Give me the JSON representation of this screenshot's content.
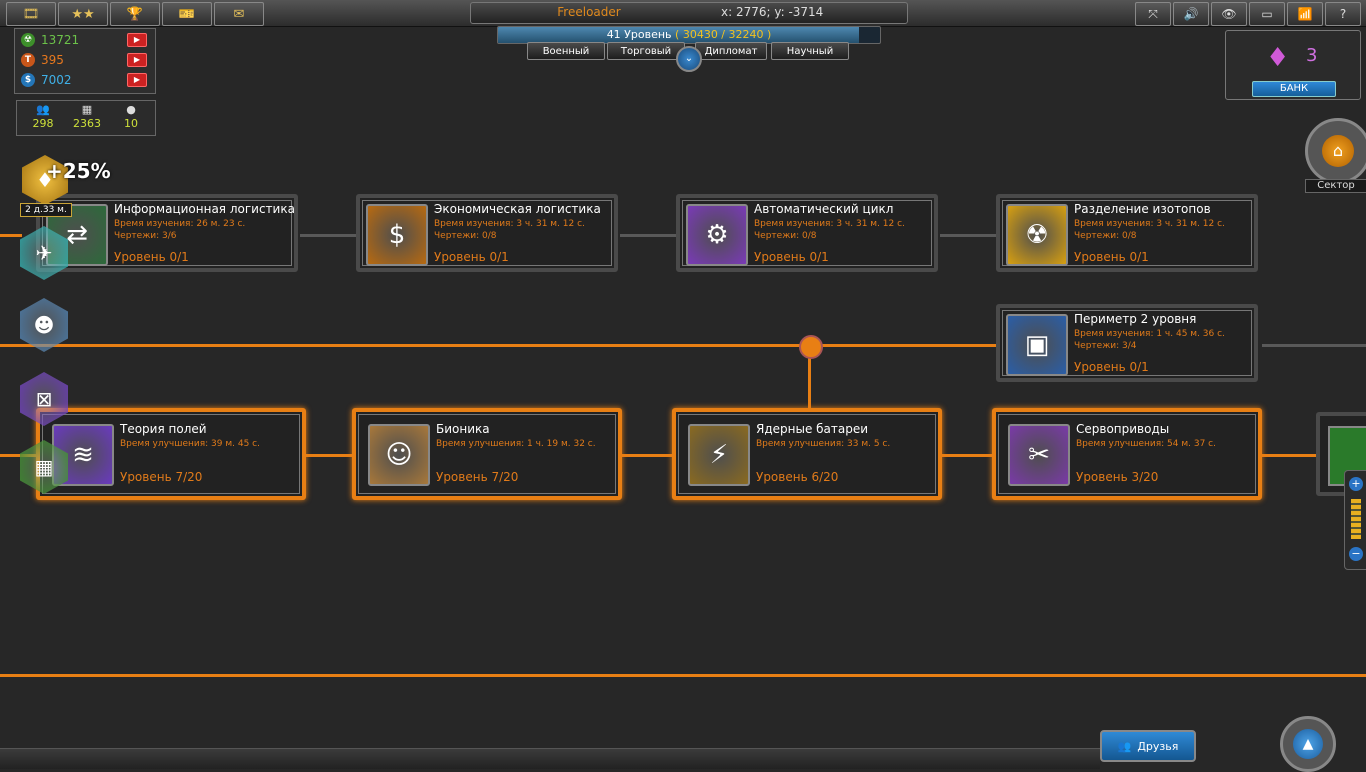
{
  "toolbar": {
    "left_buttons": [
      {
        "name": "film-icon",
        "glyph": "🎞"
      },
      {
        "name": "stars-icon",
        "glyph": "★★"
      },
      {
        "name": "trophy-icon",
        "glyph": "🏆"
      },
      {
        "name": "ticket-icon",
        "glyph": "🎫"
      },
      {
        "name": "mail-icon",
        "glyph": "✉"
      }
    ],
    "right_buttons": [
      {
        "name": "fullscreen-icon",
        "glyph": "⤧"
      },
      {
        "name": "sound-icon",
        "glyph": "🔊"
      },
      {
        "name": "eye-icon",
        "glyph": "👁"
      },
      {
        "name": "flag-ru-icon",
        "glyph": "▭"
      },
      {
        "name": "signal-icon",
        "glyph": "📶"
      },
      {
        "name": "help-icon",
        "glyph": "?"
      }
    ]
  },
  "player": {
    "name": "Freeloader",
    "coords": "x: 2776; y: -3714"
  },
  "level": {
    "label": "41 Уровень",
    "xp": "( 30430 / 32240 )",
    "progress": 0.944
  },
  "tabs": [
    "Военный",
    "Торговый",
    "Дипломат",
    "Научный"
  ],
  "resources": [
    {
      "name": "uranium",
      "glyph": "☢",
      "value": "13721",
      "color": "#6cc24a",
      "icon_bg": "#3d8f2a"
    },
    {
      "name": "titanium",
      "glyph": "T",
      "value": "395",
      "color": "#e8781e",
      "icon_bg": "#c8561a"
    },
    {
      "name": "credits",
      "glyph": "$",
      "value": "7002",
      "color": "#3fb1e8",
      "icon_bg": "#2476b8"
    }
  ],
  "stats": [
    {
      "name": "population-icon",
      "glyph": "👥",
      "value": "298"
    },
    {
      "name": "cargo-icon",
      "glyph": "▦",
      "value": "2363"
    },
    {
      "name": "planet-icon",
      "glyph": "●",
      "value": "10"
    }
  ],
  "bank": {
    "crystals": "3",
    "button": "БАНК"
  },
  "sector_label": "Сектор",
  "boost": {
    "percent": "+25%",
    "time": "2 д.33 м."
  },
  "cards": [
    {
      "title": "Информационная логистика",
      "line1": "Время изучения: 26 м. 23 с.",
      "line2": "Чертежи: 3/6",
      "level": "Уровень 0/1",
      "icon": "info-logistics-icon",
      "glyph": "⇄",
      "bg": "#2c6a3a",
      "active": false
    },
    {
      "title": "Экономическая логистика",
      "line1": "Время изучения: 3 ч. 31 м. 12 с.",
      "line2": "Чертежи: 0/8",
      "level": "Уровень 0/1",
      "icon": "economy-icon",
      "glyph": "$",
      "bg": "#b86a10",
      "active": false
    },
    {
      "title": "Автоматический цикл",
      "line1": "Время изучения: 3 ч. 31 м. 12 с.",
      "line2": "Чертежи: 0/8",
      "level": "Уровень 0/1",
      "icon": "auto-cycle-icon",
      "glyph": "⚙",
      "bg": "#7a3ab8",
      "active": false
    },
    {
      "title": "Разделение изотопов",
      "line1": "Время изучения: 3 ч. 31 м. 12 с.",
      "line2": "Чертежи: 0/8",
      "level": "Уровень 0/1",
      "icon": "radiation-icon",
      "glyph": "☢",
      "bg": "#d8a010",
      "active": false
    },
    {
      "title": "Периметр 2 уровня",
      "line1": "Время изучения: 1 ч. 45 м. 36 с.",
      "line2": "Чертежи: 3/4",
      "level": "Уровень 0/1",
      "icon": "perimeter-icon",
      "glyph": "▣",
      "bg": "#2a5ea8",
      "active": false
    },
    {
      "title": "Теория полей",
      "line1": "Время улучшения: 39 м. 45 с.",
      "line2": "",
      "level": "Уровень 7/20",
      "icon": "field-theory-icon",
      "glyph": "≋",
      "bg": "#6a3ac0",
      "active": true
    },
    {
      "title": "Бионика",
      "line1": "Время улучшения: 1 ч. 19 м. 32 с.",
      "line2": "",
      "level": "Уровень 7/20",
      "icon": "bionics-icon",
      "glyph": "☺",
      "bg": "#a8783a",
      "active": true
    },
    {
      "title": "Ядерные батареи",
      "line1": "Время улучшения: 33 м. 5 с.",
      "line2": "",
      "level": "Уровень 6/20",
      "icon": "nuclear-battery-icon",
      "glyph": "⚡",
      "bg": "#8a6a20",
      "active": true
    },
    {
      "title": "Сервоприводы",
      "line1": "Время улучшения: 54 м. 37 с.",
      "line2": "",
      "level": "Уровень 3/20",
      "icon": "servo-icon",
      "glyph": "✂",
      "bg": "#7a3aa8",
      "active": true
    }
  ],
  "side_avatars": [
    {
      "name": "ship-avatar-icon",
      "glyph": "✈",
      "bg": "#2aa8a8"
    },
    {
      "name": "commander-avatar-icon",
      "glyph": "☻",
      "bg": "#4a7aa8"
    },
    {
      "name": "tech-avatar-icon",
      "glyph": "⊠",
      "bg": "#6a3ab8"
    },
    {
      "name": "station-avatar-icon",
      "glyph": "▦",
      "bg": "#3a8a2a"
    }
  ],
  "friends": "Друзья"
}
